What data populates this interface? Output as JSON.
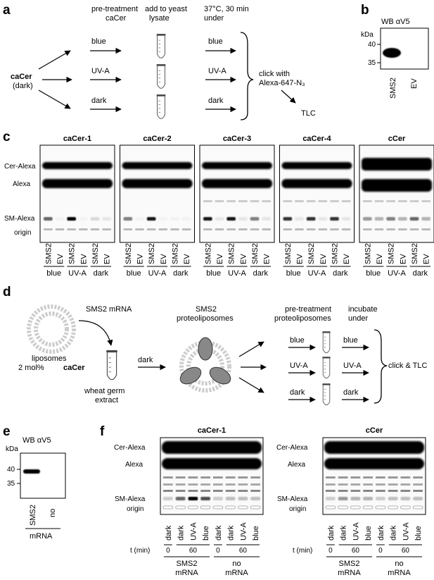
{
  "panel_a": {
    "letter": "a",
    "caCer": "caCer",
    "dark_paren": "(dark)",
    "h_pretreat": [
      "pre-treatment",
      "caCer"
    ],
    "h_yeast": [
      "add to yeast",
      "lysate"
    ],
    "h_incubate": [
      "37°C, 30 min",
      "under"
    ],
    "conditions": [
      "blue",
      "UV-A",
      "dark"
    ],
    "click_text": [
      "click with",
      "Alexa-647-N₃"
    ],
    "tlc": "TLC"
  },
  "panel_b": {
    "letter": "b",
    "title": "WB αV5",
    "kda": "kDa",
    "markers": [
      "40",
      "35"
    ],
    "lanes": [
      "SMS2",
      "EV"
    ]
  },
  "panel_c": {
    "letter": "c",
    "gel_titles": [
      "caCer-1",
      "caCer-2",
      "caCer-3",
      "caCer-4",
      "cCer"
    ],
    "row_labels": [
      "Cer-Alexa",
      "Alexa",
      "SM-Alexa",
      "origin"
    ],
    "lanes": [
      "SMS2",
      "EV",
      "SMS2",
      "EV",
      "SMS2",
      "EV"
    ],
    "groups": [
      "blue",
      "UV-A",
      "dark"
    ]
  },
  "panel_d": {
    "letter": "d",
    "liposomes": [
      "liposomes",
      "2 mol%"
    ],
    "caCer": "caCer",
    "sms2_mrna": "SMS2 mRNA",
    "wheat": [
      "wheat germ",
      "extract"
    ],
    "dark": "dark",
    "proteolip": [
      "SMS2",
      "proteoliposomes"
    ],
    "h_pretreat": [
      "pre-treatment",
      "proteoliposomes"
    ],
    "h_incubate": [
      "incubate",
      "under"
    ],
    "conditions": [
      "blue",
      "UV-A",
      "dark"
    ],
    "click_tlc": "click & TLC"
  },
  "panel_e": {
    "letter": "e",
    "title": "WB αV5",
    "kda": "kDa",
    "markers": [
      "40",
      "35"
    ],
    "lanes": [
      "SMS2",
      "no"
    ],
    "footer": "mRNA"
  },
  "panel_f": {
    "letter": "f",
    "gel_titles": [
      "caCer-1",
      "cCer"
    ],
    "row_labels": [
      "Cer-Alexa",
      "Alexa",
      "SM-Alexa",
      "origin"
    ],
    "lanes": [
      "dark",
      "dark",
      "UV-A",
      "blue",
      "dark",
      "dark",
      "UV-A",
      "blue"
    ],
    "t_label": "t (min)",
    "times": [
      "0",
      "60",
      "0",
      "60"
    ],
    "groups": [
      [
        "SMS2",
        "mRNA"
      ],
      [
        "no",
        "mRNA"
      ]
    ]
  }
}
